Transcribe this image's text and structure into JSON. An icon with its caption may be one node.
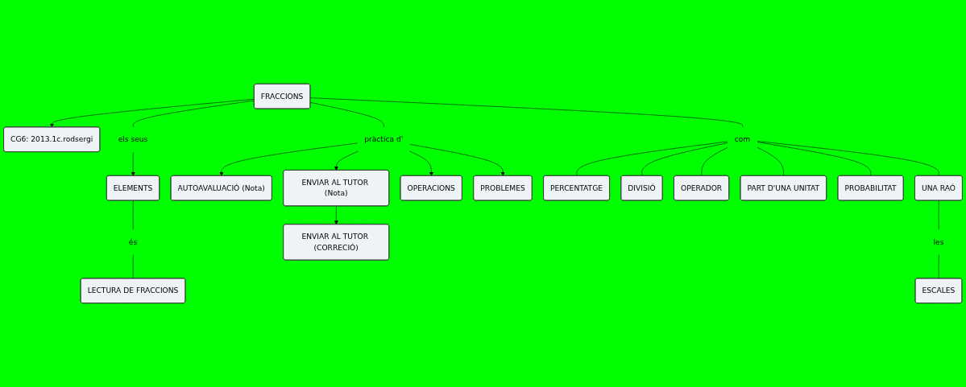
{
  "diagram": {
    "nodes": [
      {
        "text": [
          "CG6: 2013.1c.rodsergi"
        ]
      },
      {
        "text": [
          "ELEMENTS"
        ]
      },
      {
        "text": [
          "els seus"
        ]
      },
      {
        "text": [
          "FRACCIONS"
        ]
      },
      {
        "text": [
          "pràctica d'"
        ]
      },
      {
        "text": [
          "AUTOAVALUACIÓ (Nota)"
        ]
      },
      {
        "text": [
          "ENVIAR AL TUTOR (Nota)"
        ]
      },
      {
        "text": [
          "ENVIAR AL TUTOR (CORRECIÓ)"
        ]
      },
      {
        "text": [
          "OPERACIONS"
        ]
      },
      {
        "text": [
          "PROBLEMES"
        ]
      },
      {
        "text": [
          "és"
        ]
      },
      {
        "text": [
          "LECTURA DE FRACCIONS"
        ]
      },
      {
        "text": [
          "com"
        ]
      },
      {
        "text": [
          "PERCENTATGE"
        ]
      },
      {
        "text": [
          "DIVISIÓ"
        ]
      },
      {
        "text": [
          "OPERADOR"
        ]
      },
      {
        "text": [
          "PART D'UNA UNITAT"
        ]
      },
      {
        "text": [
          "PROBABILITAT"
        ]
      },
      {
        "text": [
          "UNA RAÓ"
        ]
      },
      {
        "text": [
          "les"
        ]
      },
      {
        "text": [
          "ESCALES"
        ]
      }
    ],
    "edges": [
      {
        "from": 3,
        "to": 0,
        "arrow": "to"
      },
      {
        "from": 3,
        "to": 2,
        "arrow": "none"
      },
      {
        "from": 2,
        "to": 1,
        "arrow": "to"
      },
      {
        "from": 3,
        "to": 4,
        "arrow": "none"
      },
      {
        "from": 4,
        "to": 5,
        "arrow": "to"
      },
      {
        "from": 4,
        "to": 6,
        "arrow": "to"
      },
      {
        "from": 4,
        "to": 8,
        "arrow": "to"
      },
      {
        "from": 4,
        "to": 9,
        "arrow": "to"
      },
      {
        "from": 6,
        "to": 7,
        "arrow": "to"
      },
      {
        "from": 1,
        "to": 10,
        "arrow": "none"
      },
      {
        "from": 10,
        "to": 11,
        "arrow": "none"
      },
      {
        "from": 3,
        "to": 12,
        "arrow": "none"
      },
      {
        "from": 12,
        "to": 13,
        "arrow": "none"
      },
      {
        "from": 12,
        "to": 14,
        "arrow": "none"
      },
      {
        "from": 12,
        "to": 15,
        "arrow": "none"
      },
      {
        "from": 12,
        "to": 16,
        "arrow": "none"
      },
      {
        "from": 12,
        "to": 17,
        "arrow": "none"
      },
      {
        "from": 12,
        "to": 18,
        "arrow": "none"
      },
      {
        "from": 18,
        "to": 19,
        "arrow": "none"
      },
      {
        "from": 19,
        "to": 20,
        "arrow": "none"
      }
    ]
  }
}
